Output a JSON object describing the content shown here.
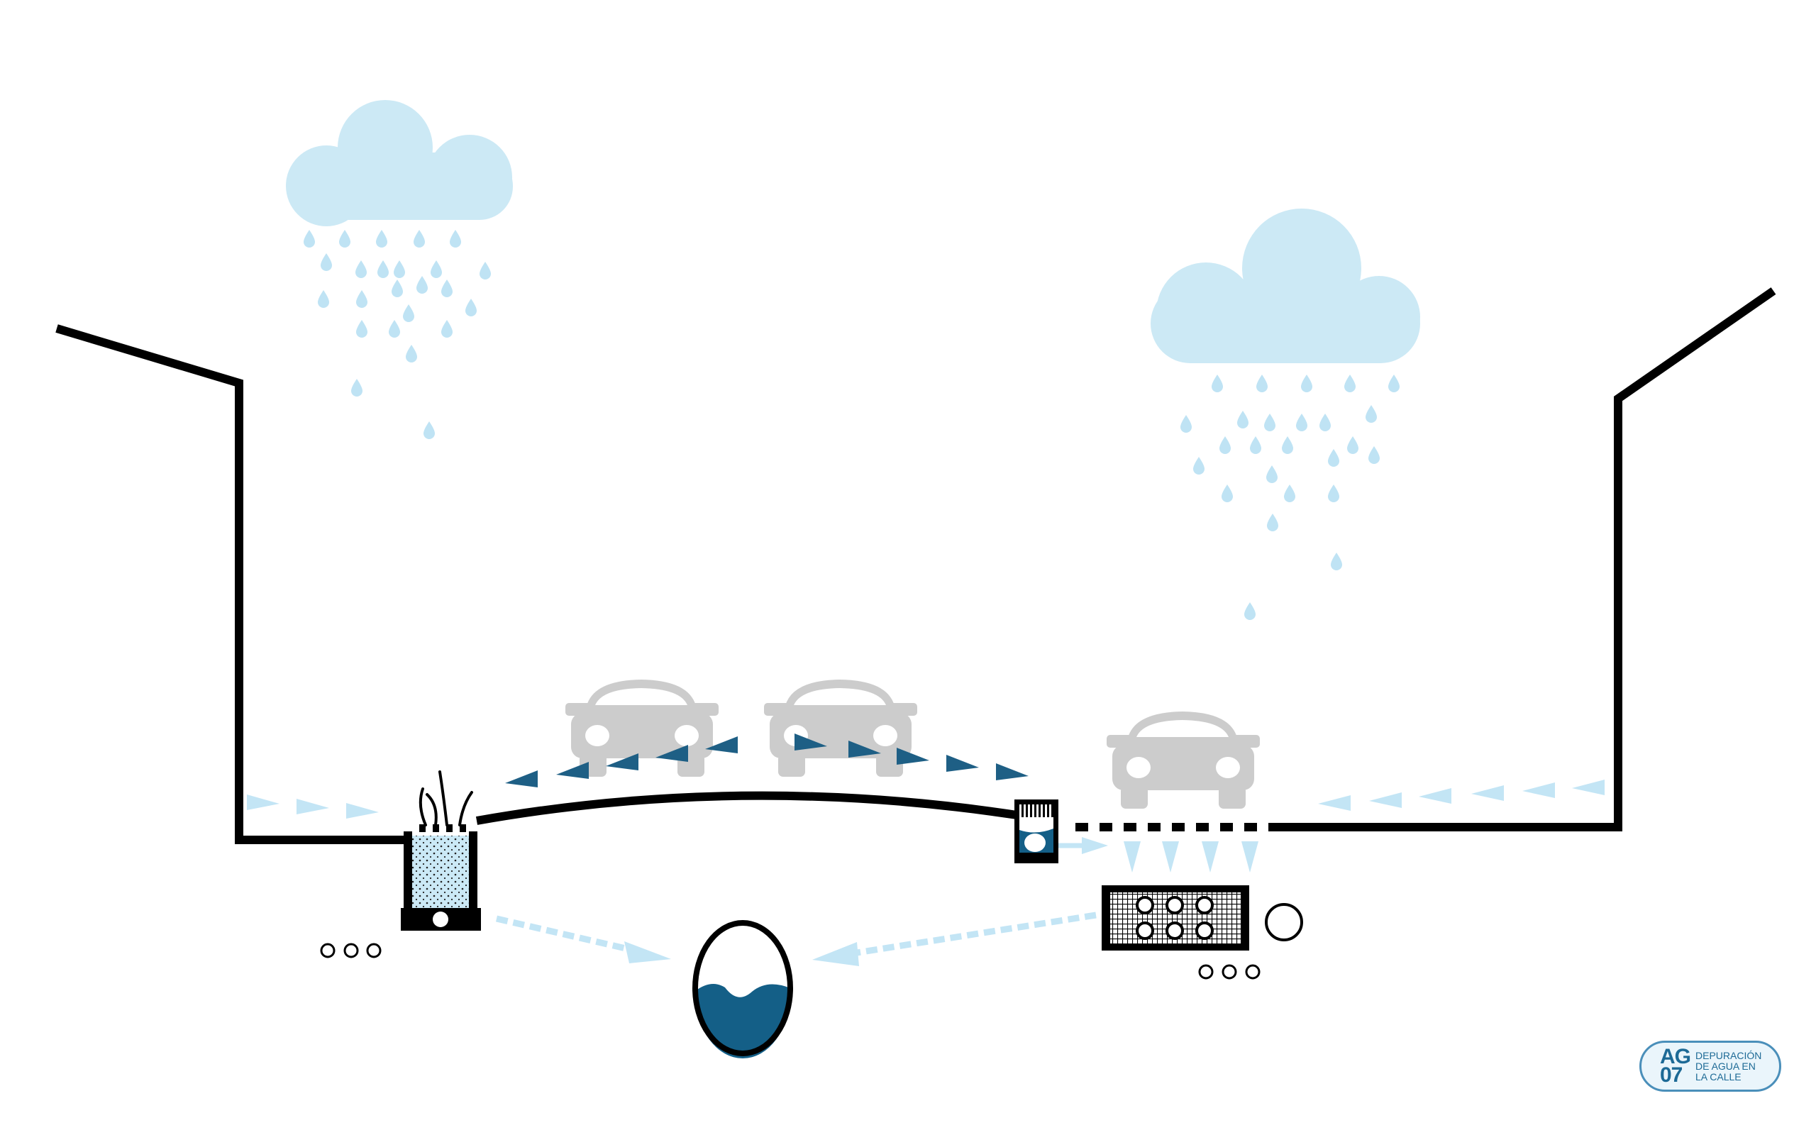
{
  "colors": {
    "cloud": "#cce9f5",
    "drop": "#bfe3f4",
    "arrow_light": "#c3e5f5",
    "arrow_dark": "#1e5f85",
    "water": "#145f87",
    "car": "#cccccc",
    "ink": "#000000",
    "badge_border": "#4a8fba",
    "badge_text": "#1d6a96"
  },
  "icons": [
    "cloud-icon",
    "raindrop-icon",
    "car-icon",
    "grass-icon",
    "flow-arrow-icon",
    "water-tank-icon",
    "drain-grate-icon",
    "filter-module-icon"
  ],
  "badge": {
    "code_line1": "AG",
    "code_line2": "07",
    "text_line1": "DEPURACIÓN",
    "text_line2": "DE AGUA EN",
    "text_line3": "LA CALLE"
  }
}
